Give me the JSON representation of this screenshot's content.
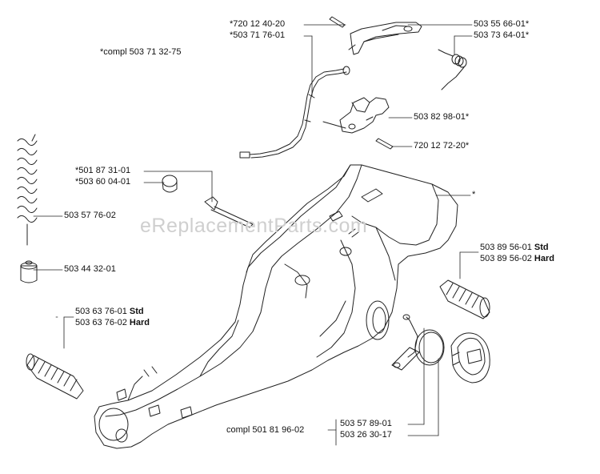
{
  "watermark": "eReplacementParts.com",
  "labels": {
    "top_left_1": "*720 12 40-20",
    "top_left_2": "*503 71 76-01",
    "compl_top": "*compl 503 71 32-75",
    "top_right_1": "503 55 66-01*",
    "top_right_2": "503 73 64-01*",
    "mid_right_1": "503 82 98-01*",
    "mid_right_2": "720 12 72-20*",
    "star": "*",
    "left_mid_1": "*501 87 31-01",
    "left_mid_2": "*503 60 04-01",
    "spring_left": "503 57 76-02",
    "plug": "503 44 32-01",
    "right_a_num": "503 89 56-01",
    "right_a_suffix": "Std",
    "right_b_num": "503 89 56-02",
    "right_b_suffix": "Hard",
    "left_a_num": "503 63 76-01",
    "left_a_suffix": "Std",
    "left_b_num": "503 63 76-02",
    "left_b_suffix": "Hard",
    "bottom_1": "503 57 89-01",
    "bottom_2": "503 26 30-17",
    "compl_bottom": "compl 501 81 96-02"
  }
}
